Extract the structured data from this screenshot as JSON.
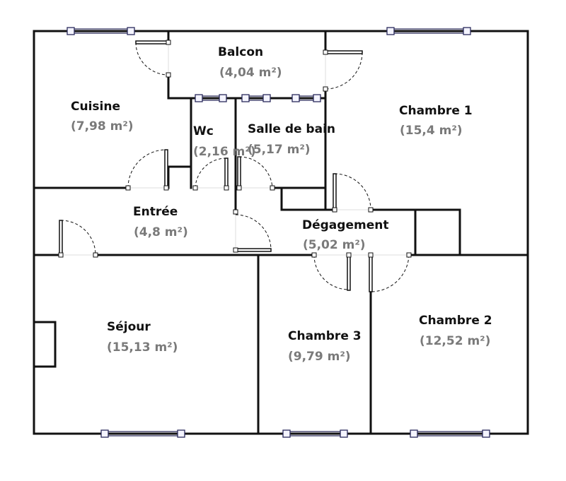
{
  "plan": {
    "rooms": [
      {
        "id": "balcon",
        "name": "Balcon",
        "area": "(4,04 m²)"
      },
      {
        "id": "cuisine",
        "name": "Cuisine",
        "area": "(7,98 m²)"
      },
      {
        "id": "wc",
        "name": "Wc",
        "area": "(2,16 m²)"
      },
      {
        "id": "salle-de-bain",
        "name": "Salle de bain",
        "area": "(5,17 m²)"
      },
      {
        "id": "chambre-1",
        "name": "Chambre 1",
        "area": "(15,4 m²)"
      },
      {
        "id": "entree",
        "name": "Entrée",
        "area": "(4,8 m²)"
      },
      {
        "id": "degagement",
        "name": "Dégagement",
        "area": "(5,02 m²)"
      },
      {
        "id": "sejour",
        "name": "Séjour",
        "area": "(15,13 m²)"
      },
      {
        "id": "chambre-3",
        "name": "Chambre 3",
        "area": "(9,79 m²)"
      },
      {
        "id": "chambre-2",
        "name": "Chambre 2",
        "area": "(12,52 m²)"
      }
    ]
  }
}
